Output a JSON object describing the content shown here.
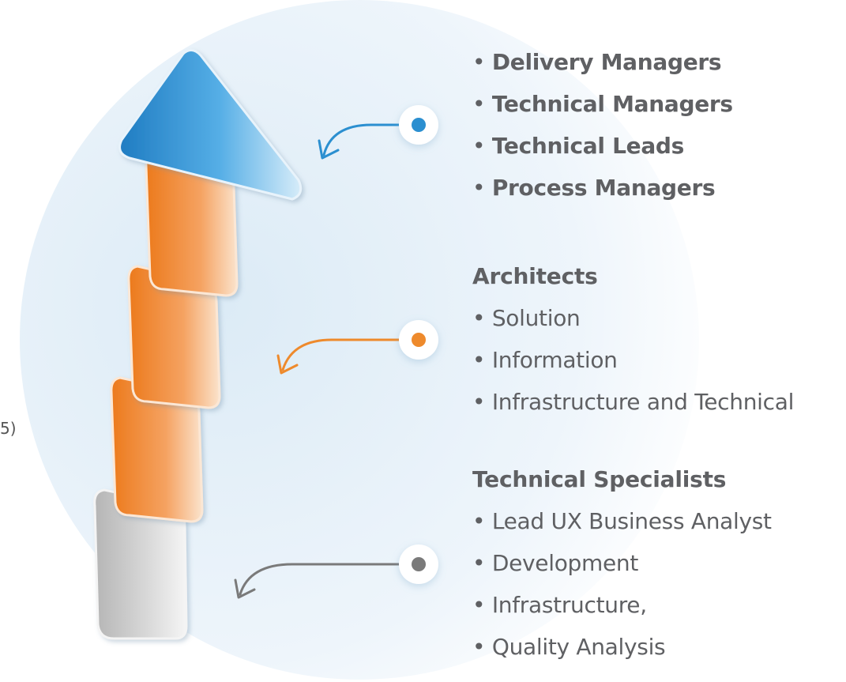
{
  "edge_fragment": "5)",
  "groups": [
    {
      "heading": "",
      "items": [
        "Delivery Managers",
        "Technical Managers",
        "Technical Leads",
        "Process Managers"
      ],
      "marker_color": "#2b8fd0"
    },
    {
      "heading": "Architects",
      "items": [
        "Solution",
        "Information",
        "Infrastructure and Technical"
      ],
      "marker_color": "#ee8a2c"
    },
    {
      "heading": "Technical Specialists",
      "items": [
        "Lead UX Business Analyst",
        "Development",
        "Infrastructure,",
        "Quality Analysis"
      ],
      "marker_color": "#7a7a7a"
    }
  ],
  "colors": {
    "arrow_blue": "#2f93d6",
    "step_orange": "#ef8629",
    "step_gray": "#c8c8c8",
    "text": "#5f6063",
    "circle_bg": "#e3eff8"
  }
}
